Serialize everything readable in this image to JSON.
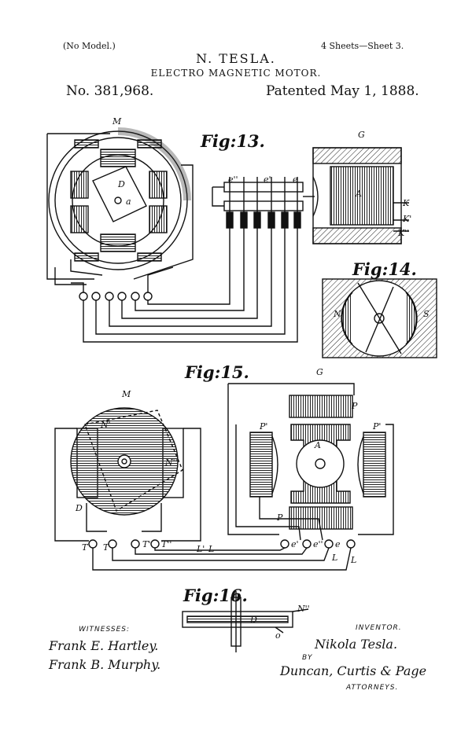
{
  "header": {
    "model": "(No Model.)",
    "sheets": "4 Sheets—Sheet 3.",
    "inventor_name": "N. TESLA.",
    "title": "ELECTRO MAGNETIC MOTOR.",
    "patent_no": "No. 381,968.",
    "patented": "Patented May 1, 1888."
  },
  "figures": {
    "fig13": "Fig:13.",
    "fig14": "Fig:14.",
    "fig15": "Fig:15.",
    "fig16": "Fig:16."
  },
  "labels": {
    "M": "M",
    "G": "G",
    "D": "D",
    "a": "a",
    "A": "A",
    "K": "K",
    "Kp": "K'",
    "Kpp": "K''",
    "N": "N",
    "S": "S",
    "Np": "N'",
    "Npp": "N''",
    "P": "P",
    "Pp": "P'",
    "e": "e",
    "ep": "e'",
    "epp": "e''",
    "Tp": "T'",
    "Tpp": "T''",
    "T": "T",
    "L": "L",
    "Lp": "L'",
    "Nstar": "N''",
    "o": "o"
  },
  "footer": {
    "witnesses": "WITNESSES:",
    "witness1": "Frank E. Hartley.",
    "witness2": "Frank B. Murphy.",
    "inventor_label": "INVENTOR.",
    "inventor_sig": "Nikola Tesla.",
    "by": "BY",
    "attorney_sig": "Duncan, Curtis & Page",
    "attorneys": "ATTORNEYS."
  }
}
